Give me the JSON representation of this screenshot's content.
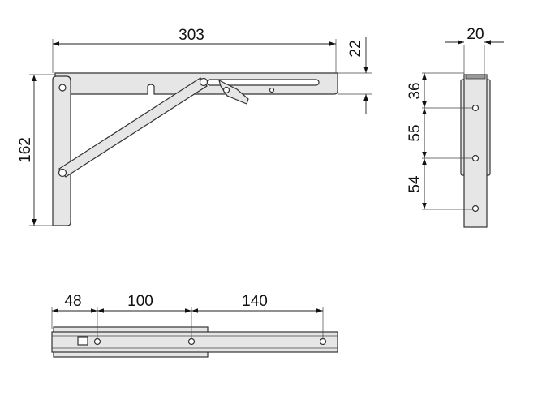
{
  "title": "Folding shelf bracket dimension drawing",
  "side_view": {
    "width_label": "303",
    "height_label": "162",
    "thickness_label": "22"
  },
  "front_view": {
    "width_label": "20",
    "spacing_labels": [
      "36",
      "55",
      "54"
    ]
  },
  "bottom_view": {
    "spacing_labels": [
      "48",
      "100",
      "140"
    ]
  },
  "colors": {
    "part_fill": "#e6e6e6",
    "outline": "#333333"
  }
}
